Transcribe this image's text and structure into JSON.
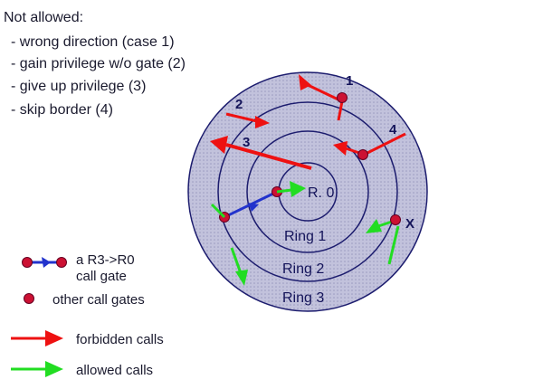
{
  "rules": {
    "title": "Not allowed:",
    "items": [
      "- wrong direction (case 1)",
      "- gain privilege w/o gate (2)",
      "- give up privilege (3)",
      "- skip border (4)"
    ]
  },
  "rings": {
    "r0": "R. 0",
    "r1": "Ring 1",
    "r2": "Ring 2",
    "r3": "Ring 3"
  },
  "case_labels": [
    "1",
    "2",
    "3",
    "4",
    "X"
  ],
  "legend": {
    "gate_line1": "a R3->R0",
    "gate_line2": "call gate",
    "other_gates": "other call gates",
    "forbidden": "forbidden calls",
    "allowed": "allowed calls"
  },
  "colors": {
    "ring_fill": "#bcbcd6",
    "ring_stroke": "#1c1c6e",
    "forbidden": "#ee1111",
    "allowed": "#22dd22",
    "gate_dot": "#cc1133",
    "gate_link": "#2233cc"
  }
}
